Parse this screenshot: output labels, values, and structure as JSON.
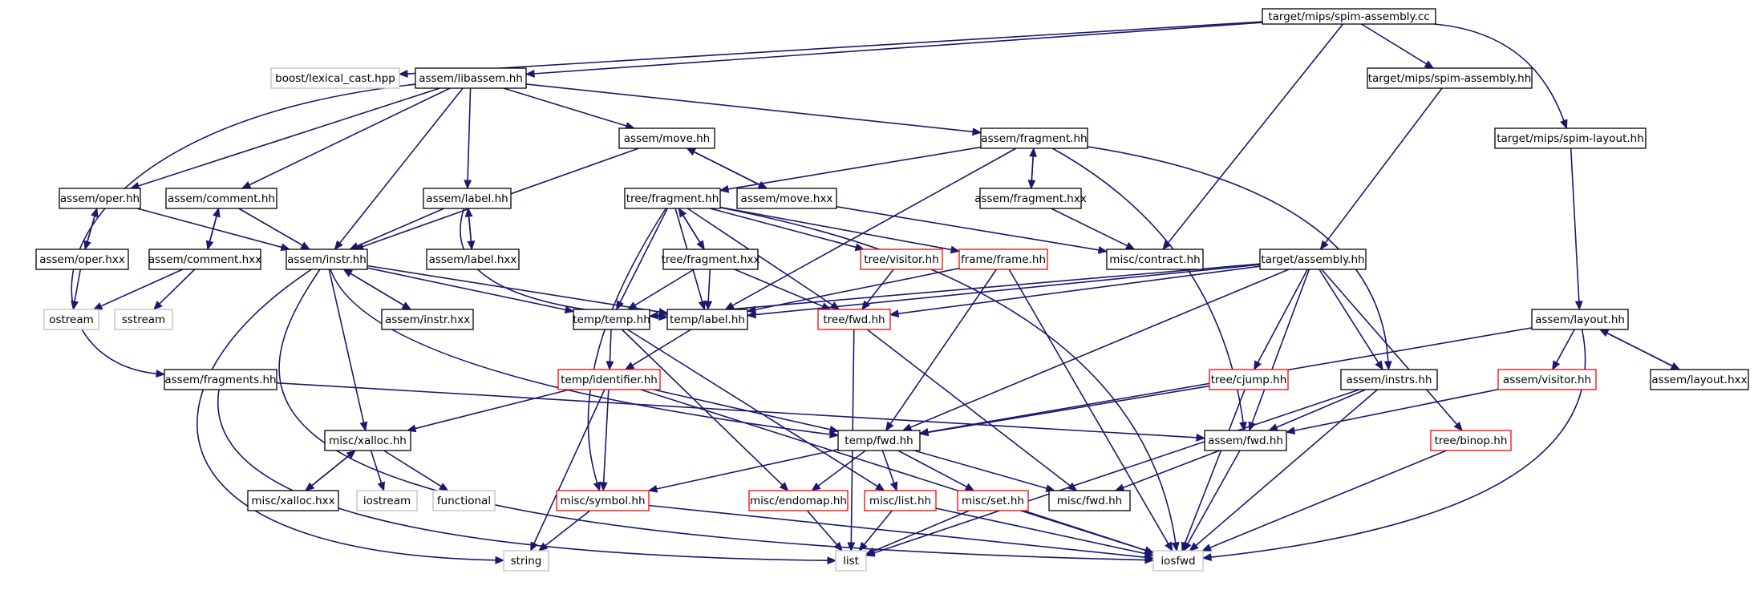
{
  "nodes": [
    {
      "id": "spim-assembly-cc",
      "label": "target/mips/spim-assembly.cc",
      "style": "focus"
    },
    {
      "id": "lexical_cast",
      "label": "boost/lexical_cast.hpp",
      "style": "external"
    },
    {
      "id": "libassem",
      "label": "assem/libassem.hh",
      "style": "normal"
    },
    {
      "id": "spim-assembly-hh",
      "label": "target/mips/spim-assembly.hh",
      "style": "normal"
    },
    {
      "id": "spim-layout-hh",
      "label": "target/mips/spim-layout.hh",
      "style": "normal"
    },
    {
      "id": "move-hh",
      "label": "assem/move.hh",
      "style": "normal"
    },
    {
      "id": "fragment-hh",
      "label": "assem/fragment.hh",
      "style": "normal"
    },
    {
      "id": "oper-hh",
      "label": "assem/oper.hh",
      "style": "normal"
    },
    {
      "id": "comment-hh",
      "label": "assem/comment.hh",
      "style": "normal"
    },
    {
      "id": "label-hh",
      "label": "assem/label.hh",
      "style": "normal"
    },
    {
      "id": "tree-fragment-hh",
      "label": "tree/fragment.hh",
      "style": "normal"
    },
    {
      "id": "move-hxx",
      "label": "assem/move.hxx",
      "style": "normal"
    },
    {
      "id": "fragment-hxx",
      "label": "assem/fragment.hxx",
      "style": "normal"
    },
    {
      "id": "oper-hxx",
      "label": "assem/oper.hxx",
      "style": "normal"
    },
    {
      "id": "comment-hxx",
      "label": "assem/comment.hxx",
      "style": "normal"
    },
    {
      "id": "instr-hh",
      "label": "assem/instr.hh",
      "style": "normal"
    },
    {
      "id": "label-hxx",
      "label": "assem/label.hxx",
      "style": "normal"
    },
    {
      "id": "tree-fragment-hxx",
      "label": "tree/fragment.hxx",
      "style": "normal"
    },
    {
      "id": "tree-visitor-hh",
      "label": "tree/visitor.hh",
      "style": "truncated"
    },
    {
      "id": "frame-hh",
      "label": "frame/frame.hh",
      "style": "truncated"
    },
    {
      "id": "contract-hh",
      "label": "misc/contract.hh",
      "style": "normal"
    },
    {
      "id": "target-assembly-hh",
      "label": "target/assembly.hh",
      "style": "normal"
    },
    {
      "id": "ostream",
      "label": "ostream",
      "style": "external"
    },
    {
      "id": "sstream",
      "label": "sstream",
      "style": "external"
    },
    {
      "id": "instr-hxx",
      "label": "assem/instr.hxx",
      "style": "normal"
    },
    {
      "id": "temp-hh",
      "label": "temp/temp.hh",
      "style": "normal"
    },
    {
      "id": "temp-label-hh",
      "label": "temp/label.hh",
      "style": "normal"
    },
    {
      "id": "tree-fwd-hh",
      "label": "tree/fwd.hh",
      "style": "truncated"
    },
    {
      "id": "layout-hh",
      "label": "assem/layout.hh",
      "style": "normal"
    },
    {
      "id": "fragments-hh",
      "label": "assem/fragments.hh",
      "style": "normal"
    },
    {
      "id": "identifier-hh",
      "label": "temp/identifier.hh",
      "style": "truncated"
    },
    {
      "id": "cjump-hh",
      "label": "tree/cjump.hh",
      "style": "truncated"
    },
    {
      "id": "instrs-hh",
      "label": "assem/instrs.hh",
      "style": "normal"
    },
    {
      "id": "assem-visitor-hh",
      "label": "assem/visitor.hh",
      "style": "truncated"
    },
    {
      "id": "layout-hxx",
      "label": "assem/layout.hxx",
      "style": "normal"
    },
    {
      "id": "xalloc-hh",
      "label": "misc/xalloc.hh",
      "style": "normal"
    },
    {
      "id": "temp-fwd-hh",
      "label": "temp/fwd.hh",
      "style": "normal"
    },
    {
      "id": "assem-fwd-hh",
      "label": "assem/fwd.hh",
      "style": "normal"
    },
    {
      "id": "binop-hh",
      "label": "tree/binop.hh",
      "style": "truncated"
    },
    {
      "id": "xalloc-hxx",
      "label": "misc/xalloc.hxx",
      "style": "normal"
    },
    {
      "id": "iostream",
      "label": "iostream",
      "style": "external"
    },
    {
      "id": "functional",
      "label": "functional",
      "style": "external"
    },
    {
      "id": "symbol-hh",
      "label": "misc/symbol.hh",
      "style": "truncated"
    },
    {
      "id": "endomap-hh",
      "label": "misc/endomap.hh",
      "style": "truncated"
    },
    {
      "id": "list-hh",
      "label": "misc/list.hh",
      "style": "truncated"
    },
    {
      "id": "set-hh",
      "label": "misc/set.hh",
      "style": "truncated"
    },
    {
      "id": "misc-fwd-hh",
      "label": "misc/fwd.hh",
      "style": "normal"
    },
    {
      "id": "string",
      "label": "string",
      "style": "external"
    },
    {
      "id": "list",
      "label": "list",
      "style": "external"
    },
    {
      "id": "iosfwd",
      "label": "iosfwd",
      "style": "external"
    }
  ],
  "style_colors": {
    "focus": {
      "fill": "#bfbfbf",
      "stroke": "#000000"
    },
    "normal": {
      "fill": "#ffffff",
      "stroke": "#000000"
    },
    "truncated": {
      "fill": "#ffffff",
      "stroke": "#ff0000"
    },
    "external": {
      "fill": "#ffffff",
      "stroke": "#bfbfbf"
    },
    "edge": "#191970"
  }
}
